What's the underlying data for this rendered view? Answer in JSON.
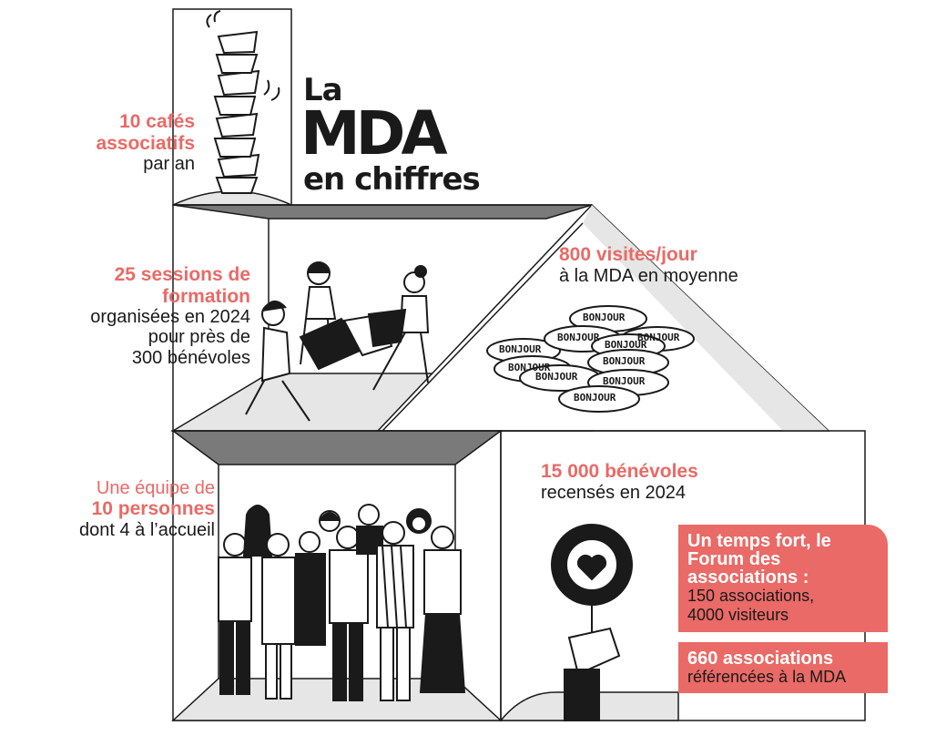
{
  "title": {
    "line1": "La",
    "line2": "MDA",
    "line3": "en chiffres"
  },
  "cafes": {
    "stat": "10 cafés associatifs",
    "rest": "par an"
  },
  "sessions": {
    "stat": "25 sessions de formation",
    "rest1": "organisées en 2024",
    "rest2": "pour près de",
    "rest3": "300 bénévoles"
  },
  "visites": {
    "stat": "800 visites/jour",
    "rest": "à la MDA en moyenne"
  },
  "equipe": {
    "pre": "Une équipe de",
    "stat": "10 personnes",
    "rest": "dont 4 à l’accueil"
  },
  "benevoles": {
    "stat": "15 000 bénévoles",
    "rest": "recensés en 2024"
  },
  "forum": {
    "title": "Un temps fort, le Forum des associations :",
    "line1": "150 associations,",
    "line2": "4000 visiteurs"
  },
  "associations": {
    "stat": "660 associations",
    "rest": "référencées à la MDA"
  },
  "bubble_word": "BONJOUR",
  "colors": {
    "accent": "#e96a66",
    "ink": "#1a1a1a",
    "floor": "#e6e6e6",
    "ceiling": "#7a7a7a"
  }
}
